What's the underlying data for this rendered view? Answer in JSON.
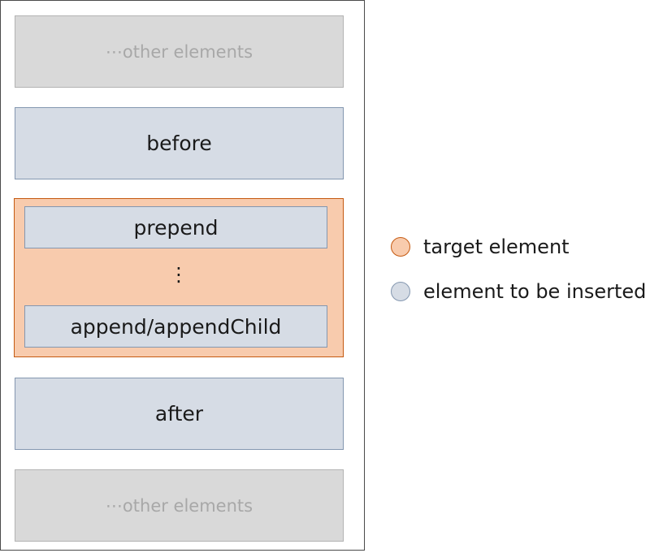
{
  "diagram": {
    "top_other": "⋯other elements",
    "before": "before",
    "target": {
      "prepend": "prepend",
      "ellipsis": "⋮",
      "append": "append/appendChild"
    },
    "after": "after",
    "bottom_other": "⋯other elements"
  },
  "legend": {
    "items": [
      {
        "label": "target element"
      },
      {
        "label": "element to be inserted"
      }
    ]
  },
  "colors": {
    "target_fill": "#f8cbad",
    "target_border": "#c55a11",
    "insert_fill": "#d6dce5",
    "insert_border": "#8497b0",
    "other_fill": "#d9d9d9",
    "other_text": "#a8a8a8"
  }
}
